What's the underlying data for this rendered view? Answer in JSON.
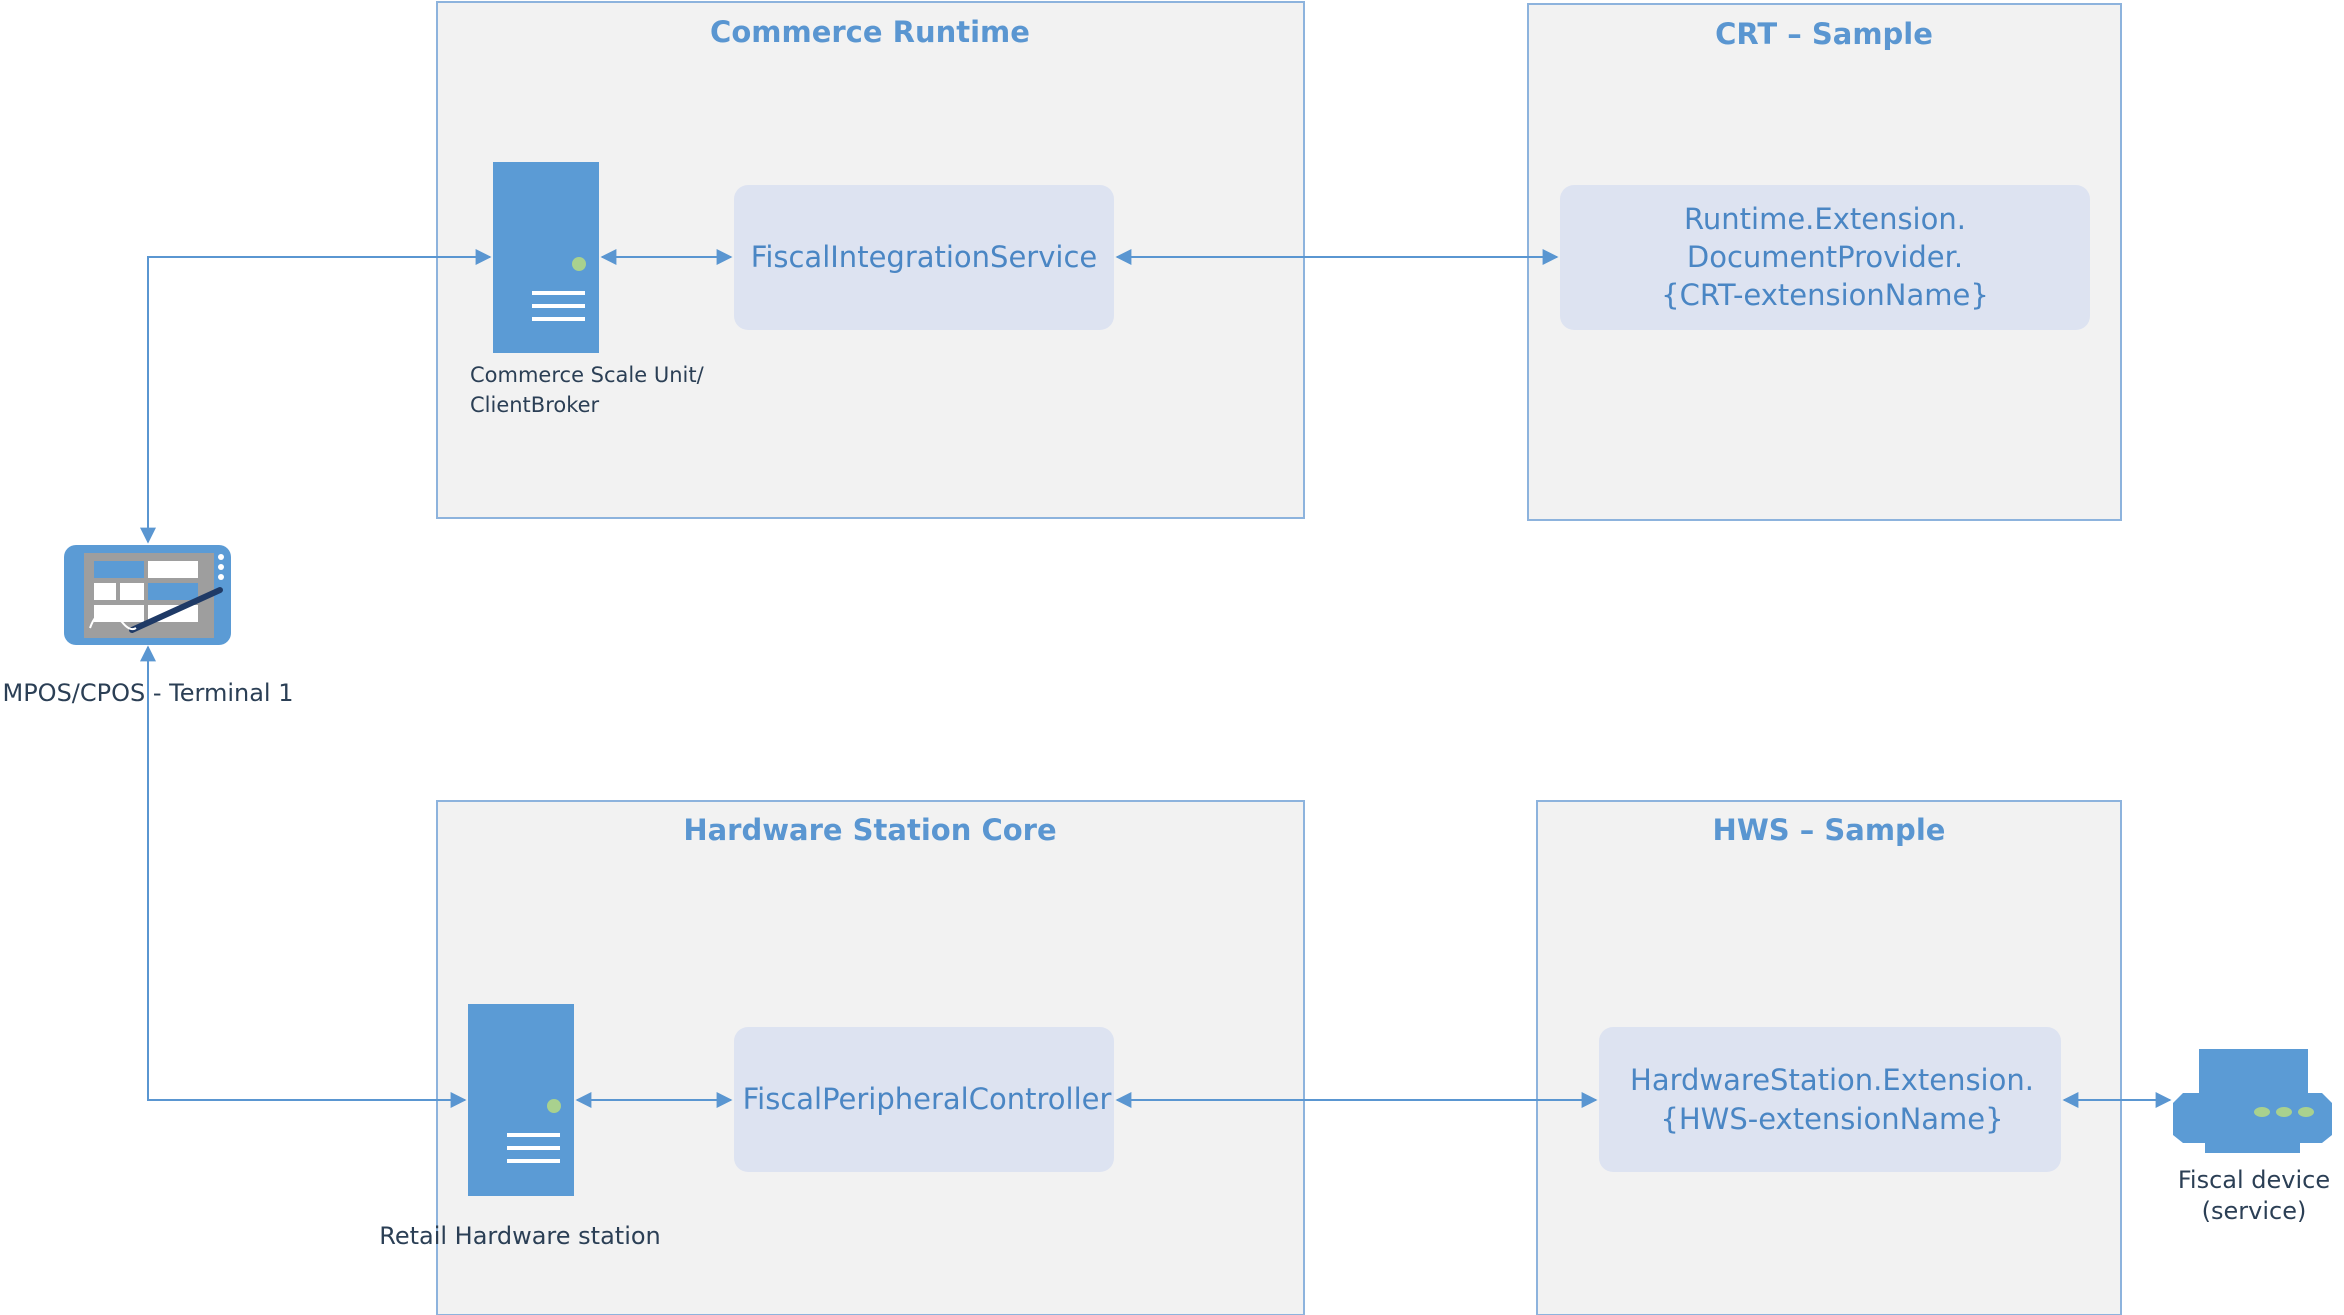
{
  "containers": {
    "commerce_runtime": {
      "title": "Commerce Runtime"
    },
    "crt_sample": {
      "title": "CRT – Sample"
    },
    "hardware_station_core": {
      "title": "Hardware Station Core"
    },
    "hws_sample": {
      "title": "HWS – Sample"
    }
  },
  "components": {
    "fiscal_integration_service": {
      "label": "FiscalIntegrationService"
    },
    "crt_extension": {
      "line1": "Runtime.Extension.",
      "line2": "DocumentProvider.",
      "line3": "{CRT-extensionName}"
    },
    "fiscal_peripheral_controller": {
      "label": "FiscalPeripheralController"
    },
    "hws_extension": {
      "line1": "HardwareStation.Extension.",
      "line2": "{HWS-extensionName}"
    }
  },
  "nodes": {
    "commerce_scale_unit": {
      "line1": "Commerce Scale Unit/",
      "line2": "ClientBroker",
      "icon": "server-icon"
    },
    "retail_hardware_station": {
      "label": "Retail Hardware station",
      "icon": "server-icon"
    },
    "pos_terminal": {
      "label": "MPOS/CPOS  - Terminal 1",
      "icon": "pos-tablet-icon"
    },
    "fiscal_device": {
      "line1": "Fiscal device",
      "line2": "(service)",
      "icon": "printer-icon"
    }
  },
  "colors": {
    "accent": "#5a96d1",
    "container_fill": "#f2f2f2",
    "component_fill": "#dde3f1",
    "icon_blue": "#5b9bd5",
    "led_green": "#a9d18e"
  }
}
